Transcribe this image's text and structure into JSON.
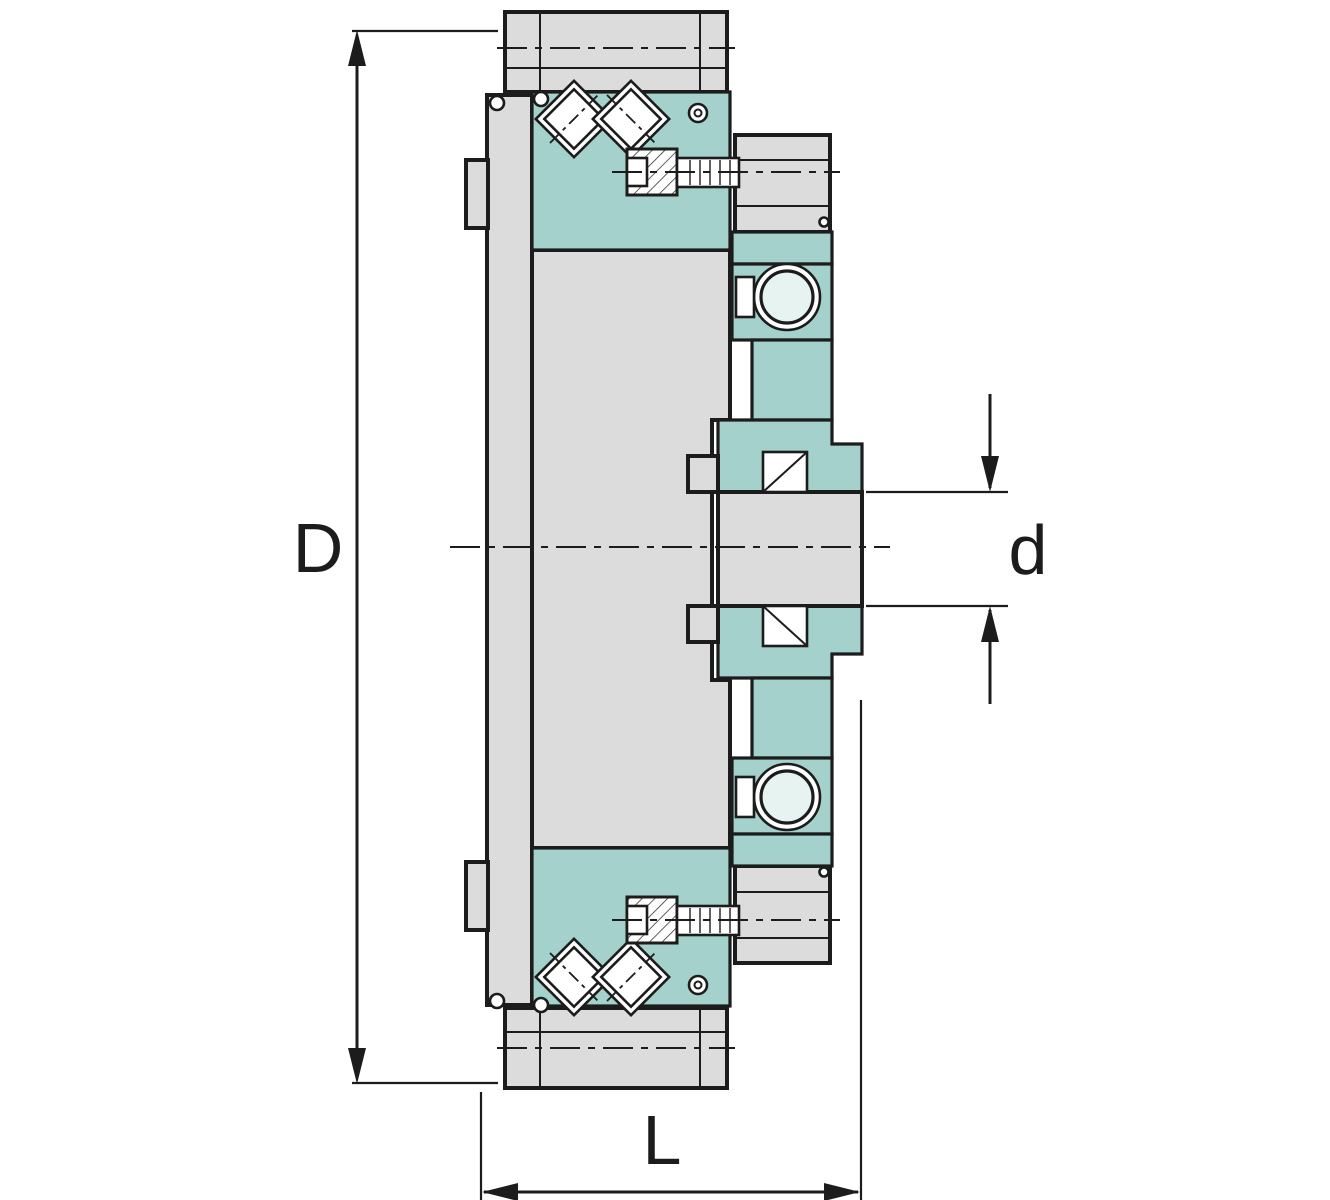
{
  "drawing": {
    "kind": "bearing-cross-section-technical-drawing",
    "dimension_labels": {
      "outer_diameter": "D",
      "bore_diameter": "d",
      "width": "L"
    }
  },
  "colors": {
    "bg": "#ffffff",
    "gray": "#dcdcdc",
    "teal": "#a4d1cb",
    "light": "#e7f3f1",
    "outline": "#1c1c1c"
  }
}
